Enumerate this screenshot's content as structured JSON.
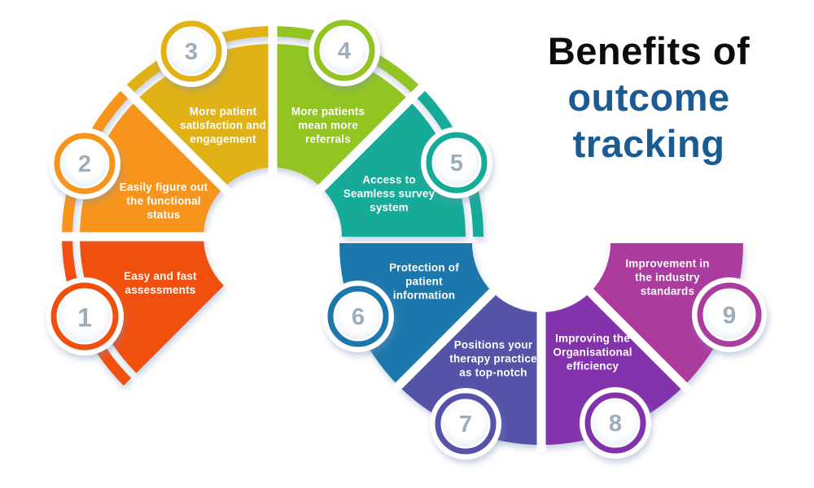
{
  "title": {
    "prefix": "Benefits of",
    "accent_line1": "outcome",
    "accent_line2": "tracking"
  },
  "colors": {
    "background": "#ffffff",
    "title_prefix": "#0c0c0c",
    "title_accent": "#1b5b94",
    "badge_number": "#9eadba",
    "badge_inner_edge": "#c9dbeb",
    "shadow": "#7a8fb5"
  },
  "segments": [
    {
      "number": "1",
      "color": "#f1500e",
      "label_lines": [
        "Easy and fast",
        "assessments"
      ]
    },
    {
      "number": "2",
      "color": "#f7941e",
      "label_lines": [
        "Easily figure out",
        "the functional",
        "status"
      ]
    },
    {
      "number": "3",
      "color": "#e0b214",
      "label_lines": [
        "More patient",
        "satisfaction and",
        "engagement"
      ]
    },
    {
      "number": "4",
      "color": "#92c420",
      "label_lines": [
        "More patients",
        "mean more",
        "referrals"
      ]
    },
    {
      "number": "5",
      "color": "#15ab98",
      "label_lines": [
        "Access to",
        "Seamless survey",
        "system"
      ]
    },
    {
      "number": "6",
      "color": "#1b78ac",
      "label_lines": [
        "Protection of",
        "patient",
        "information"
      ]
    },
    {
      "number": "7",
      "color": "#5453a8",
      "label_lines": [
        "Positions your",
        "therapy practice",
        "as top-notch"
      ]
    },
    {
      "number": "8",
      "color": "#8430ac",
      "label_lines": [
        "Improving the",
        "Organisational",
        "efficiency"
      ]
    },
    {
      "number": "9",
      "color": "#ac3a9e",
      "label_lines": [
        "Improvement in",
        "the industry",
        "standards"
      ]
    }
  ]
}
